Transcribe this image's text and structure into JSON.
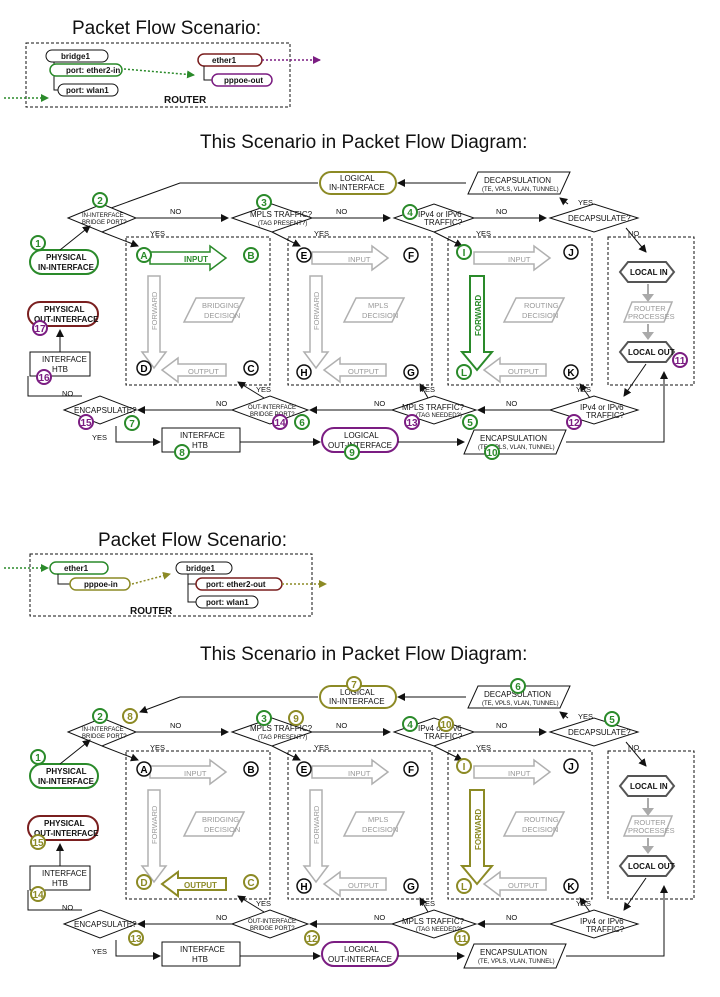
{
  "colors": {
    "green": "#2a8a2a",
    "purple": "#7b1d82",
    "olive": "#8c8a25",
    "darkred": "#7a1f1f",
    "gray": "#b0b0b0",
    "black": "#111111"
  },
  "scenario1": {
    "title": "Packet Flow Scenario:",
    "bridge": "bridge1",
    "port_in": "port: ether2-in",
    "port_wlan": "port: wlan1",
    "iface": "ether1",
    "pppoe": "pppoe-out",
    "router": "ROUTER"
  },
  "scenario2": {
    "title": "Packet Flow Scenario:",
    "iface": "ether1",
    "pppoe": "pppoe-in",
    "bridge": "bridge1",
    "port_out": "port: ether2-out",
    "port_wlan": "port: wlan1",
    "router": "ROUTER"
  },
  "diagram_title": "This Scenario in Packet Flow Diagram:",
  "labels": {
    "logical_in_1": "LOGICAL",
    "logical_in_2": "IN-INTERFACE",
    "decap_1": "DECAPSULATION",
    "decap_2": "(TE, VPLS, VLAN, TUNNEL)",
    "inif_bridge_1": "IN-INTERFACE",
    "inif_bridge_2": "BRIDGE PORT?",
    "mpls_1": "MPLS TRAFFIC?",
    "mpls_2": "(TAG PRESENT?)",
    "ipv_1": "IPv4 or IPv6",
    "ipv_2": "TRAFFIC?",
    "decapsulate": "DECAPSULATE?",
    "phys_in_1": "PHYSICAL",
    "phys_in_2": "IN-INTERFACE",
    "phys_out_1": "PHYSICAL",
    "phys_out_2": "OUT-INTERFACE",
    "if_htb_1": "INTERFACE",
    "if_htb_2": "HTB",
    "input": "INPUT",
    "output": "OUTPUT",
    "forward": "FORWARD",
    "bridging_1": "BRIDGING",
    "bridging_2": "DECISION",
    "mplsd_1": "MPLS",
    "mplsd_2": "DECISION",
    "routing_1": "ROUTING",
    "routing_2": "DECISION",
    "local_in": "LOCAL IN",
    "router_proc_1": "ROUTER",
    "router_proc_2": "PROCESSES",
    "local_out": "LOCAL OUT",
    "encapsulate": "ENCAPSULATE?",
    "outif_bridge_1": "OUT-INTERFACE",
    "outif_bridge_2": "BRIDGE PORT?",
    "mpls_out_1": "MPLS TRAFFIC?",
    "mpls_out_2": "(TAG NEEDED?)",
    "ipv_out_1": "IPv4 or IPv6",
    "ipv_out_2": "TRAFFIC?",
    "logical_out_1": "LOGICAL",
    "logical_out_2": "OUT-INTERFACE",
    "encap_1": "ENCAPSULATION",
    "encap_2": "(TE, VPLS, VLAN, TUNNEL)",
    "yes": "YES",
    "no": "NO",
    "A": "A",
    "B": "B",
    "C": "C",
    "D": "D",
    "E": "E",
    "F": "F",
    "G": "G",
    "H": "H",
    "I": "I",
    "J": "J",
    "K": "K",
    "L": "L"
  },
  "steps1": {
    "s1": "1",
    "s2": "2",
    "s3": "3",
    "s4": "4",
    "s5": "5",
    "s6": "6",
    "s7": "7",
    "s8": "8",
    "s9": "9",
    "s10": "10",
    "s11": "11",
    "s12": "12",
    "s13": "13",
    "s14": "14",
    "s15": "15",
    "s16": "16",
    "s17": "17"
  },
  "steps2": {
    "s1": "1",
    "s2": "2",
    "s3": "3",
    "s4": "4",
    "s5": "5",
    "s6": "6",
    "s7": "7",
    "s8": "8",
    "s9": "9",
    "s10": "10",
    "s11": "11",
    "s12": "12",
    "s13": "13",
    "s14": "14",
    "s15": "15"
  }
}
